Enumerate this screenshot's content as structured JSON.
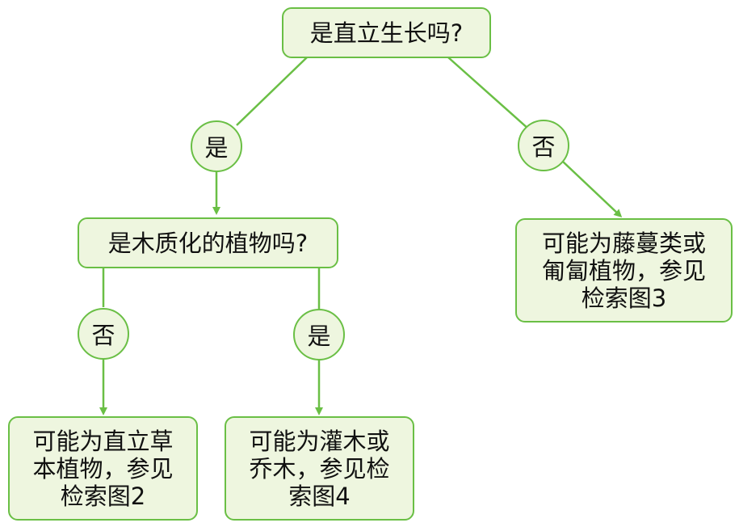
{
  "diagram": {
    "nodes": {
      "q_upright": "是直立生长吗?",
      "q_woody": "是木质化的植物吗?",
      "r_vine": "可能为藤蔓类或\n匍匐植物，参见\n检索图3",
      "r_herb": "可能为直立草\n本植物，参见\n检索图2",
      "r_shrub": "可能为灌木或\n乔木，参见检\n索图4"
    },
    "edge_labels": {
      "upright_yes": "是",
      "upright_no": "否",
      "woody_no": "否",
      "woody_yes": "是"
    },
    "colors": {
      "node_fill": "#eef6df",
      "node_border": "#6abf45",
      "edge": "#6abf45"
    }
  }
}
